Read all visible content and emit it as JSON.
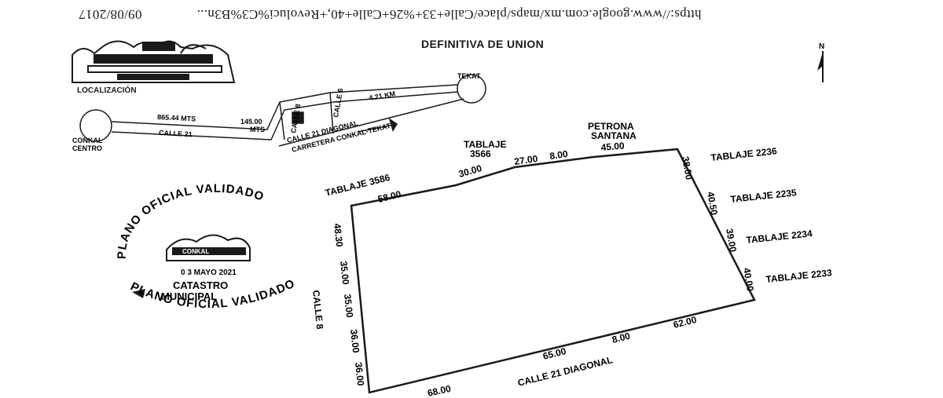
{
  "header": {
    "url": "https://www.google.com.mx/maps/place/Calle+33+%26+Calle+40,+Revoluci%C3%B3n...",
    "date": "09/08/2017",
    "title": "DEFINITIVA DE UNION",
    "north": "N",
    "logo_caption": "LOCALIZACIÓN"
  },
  "location_map": {
    "conkal_line1": "CONKAL",
    "conkal_line2": "CENTRO",
    "dist_1": "865.44 MTS",
    "calle_21": "CALLE 21",
    "dist_2_line1": "145.00",
    "dist_2_line2": "MTS",
    "calle_8": "CALLE 8",
    "calle_6": "CALLE 6",
    "calle_21_diagonal": "CALLE 21 DIAGONAL",
    "carretera": "CARRETERA CONKAL-TEKAT",
    "dist_3": "4.21 KM",
    "tekat": "TEKAT"
  },
  "plot": {
    "north_neighbors": {
      "tablaje_3586": "TABLAJE 3586",
      "m_58": "58.00",
      "tablaje_3566_line1": "TABLAJE",
      "tablaje_3566_line2": "3566",
      "m_30": "30.00",
      "m_27": "27.00",
      "m_8": "8.00",
      "petrona_line1": "PETRONA",
      "petrona_line2": "SANTANA",
      "m_45": "45.00"
    },
    "east_neighbors": [
      {
        "measure": "38.00",
        "name": "TABLAJE 2236"
      },
      {
        "measure": "40.50",
        "name": "TABLAJE 2235"
      },
      {
        "measure": "39.00",
        "name": "TABLAJE 2234"
      },
      {
        "measure": "40.00",
        "name": "TABLAJE 2233"
      }
    ],
    "west_side": {
      "m_1": "48.30",
      "m_2": "35.00",
      "m_3": "35.00",
      "m_4": "36.00",
      "m_5": "36.00",
      "street": "CALLE 8"
    },
    "south_side": {
      "m_68": "68.00",
      "m_65": "65.00",
      "m_8": "8.00",
      "m_62": "62.00",
      "street": "CALLE 21 DIAGONAL"
    }
  },
  "stamp": {
    "arc_top": "PLANO OFICIAL VALIDADO",
    "date": "0 3 MAYO 2021",
    "line1": "CATASTRO",
    "line2": "MUNICIPAL",
    "arc_bottom": "PLANO OFICIAL VALIDADO",
    "logo_text": "CONKAL"
  },
  "colors": {
    "ink": "#1a1a1a",
    "paper": "#ffffff"
  }
}
